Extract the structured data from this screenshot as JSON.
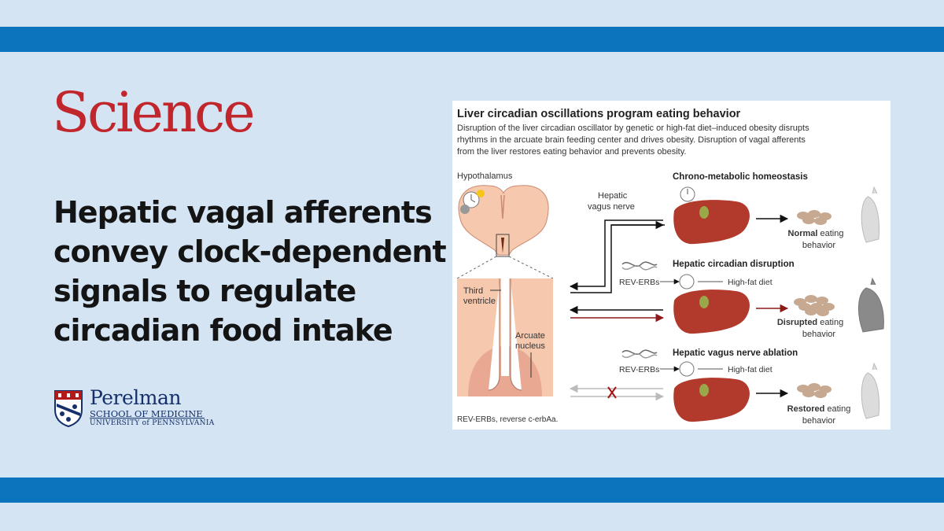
{
  "brand": {
    "journal": "Science"
  },
  "headline": {
    "lines": [
      "Hepatic vagal afferents",
      "convey clock-dependent",
      "signals to regulate",
      "circadian food intake"
    ]
  },
  "institution": {
    "name": "Perelman",
    "school": "SCHOOL OF MEDICINE",
    "university": "UNIVERSITY of PENNSYLVANIA"
  },
  "figure": {
    "title": "Liver circadian oscillations program eating behavior",
    "summary_lines": [
      "Disruption of the liver circadian oscillator by genetic or high-fat diet–induced obesity disrupts",
      "rhythms in the arcuate brain feeding center and drives obesity. Disruption of vagal afferents",
      "from the liver restores eating behavior and prevents obesity."
    ],
    "labels": {
      "hypothalamus": "Hypothalamus",
      "third_ventricle_1": "Third",
      "third_ventricle_2": "ventricle",
      "arcuate_1": "Arcuate",
      "arcuate_2": "nucleus",
      "vagus_1": "Hepatic",
      "vagus_2": "vagus nerve",
      "footnote": "REV-ERBs, reverse c-erbAa."
    },
    "panels": [
      {
        "heading": "Chrono-metabolic homeostasis",
        "outcome_bold": "Normal",
        "outcome_rest": " eating",
        "outcome_line2": "behavior"
      },
      {
        "heading": "Hepatic circadian disruption",
        "rev": "REV-ERBs",
        "diet": "High-fat diet",
        "outcome_bold": "Disrupted",
        "outcome_rest": " eating",
        "outcome_line2": "behavior"
      },
      {
        "heading": "Hepatic vagus nerve ablation",
        "rev": "REV-ERBs",
        "diet": "High-fat diet",
        "outcome_bold": "Restored",
        "outcome_rest": " eating",
        "outcome_line2": "behavior"
      }
    ]
  },
  "colors": {
    "background": "#d4e4f3",
    "band": "#0a74bd",
    "science_red": "#c2262d",
    "penn_blue": "#14306b",
    "liver": "#b23a2c",
    "signal_red": "#8b1a1a"
  }
}
